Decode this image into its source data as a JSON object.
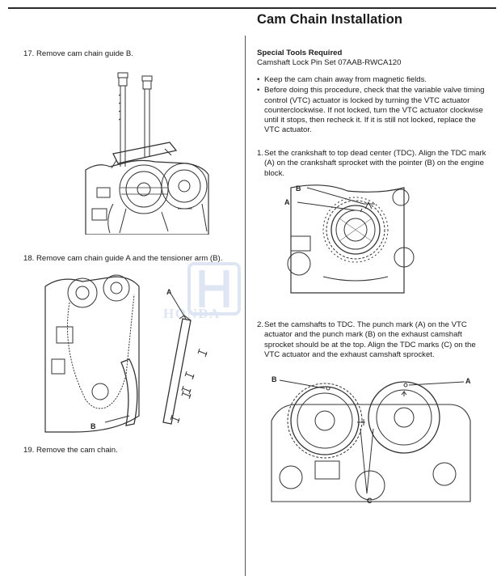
{
  "header": {
    "title": "Cam Chain Installation"
  },
  "left_column": {
    "step17": "17. Remove cam chain guide B.",
    "step18": "18. Remove cam chain guide A and the tensioner arm (B).",
    "step19": "19. Remove the cam chain.",
    "figure2_labels": {
      "a": "A",
      "b": "B"
    }
  },
  "right_column": {
    "tools_heading": "Special Tools Required",
    "tools_item": "Camshaft Lock Pin Set 07AAB-RWCA120",
    "bullets": [
      "Keep the cam chain away from magnetic fields.",
      "Before doing this procedure, check that the variable valve timing control (VTC) actuator is locked by turning the VTC actuator counterclockwise. If not locked, turn the VTC actuator clockwise until it stops, then recheck it. If it is still not locked, replace the VTC actuator."
    ],
    "step1_num": "1.",
    "step1": "Set the crankshaft to top dead center (TDC). Align the TDC mark (A) on the crankshaft sprocket with the pointer (B) on the engine block.",
    "figure3_labels": {
      "a": "A",
      "b": "B"
    },
    "step2_num": "2.",
    "step2": "Set the camshafts to TDC. The punch mark (A) on the VTC actuator and the punch mark (B) on the exhaust camshaft sprocket should be at the top. Align the TDC marks (C) on the VTC actuator and the exhaust camshaft sprocket.",
    "figure4_labels": {
      "a": "A",
      "b": "B",
      "c": "C"
    }
  },
  "watermark": {
    "text": "HONDA"
  },
  "colors": {
    "text": "#1a1a1a",
    "line": "#333333",
    "watermark": "#dde6f2"
  }
}
